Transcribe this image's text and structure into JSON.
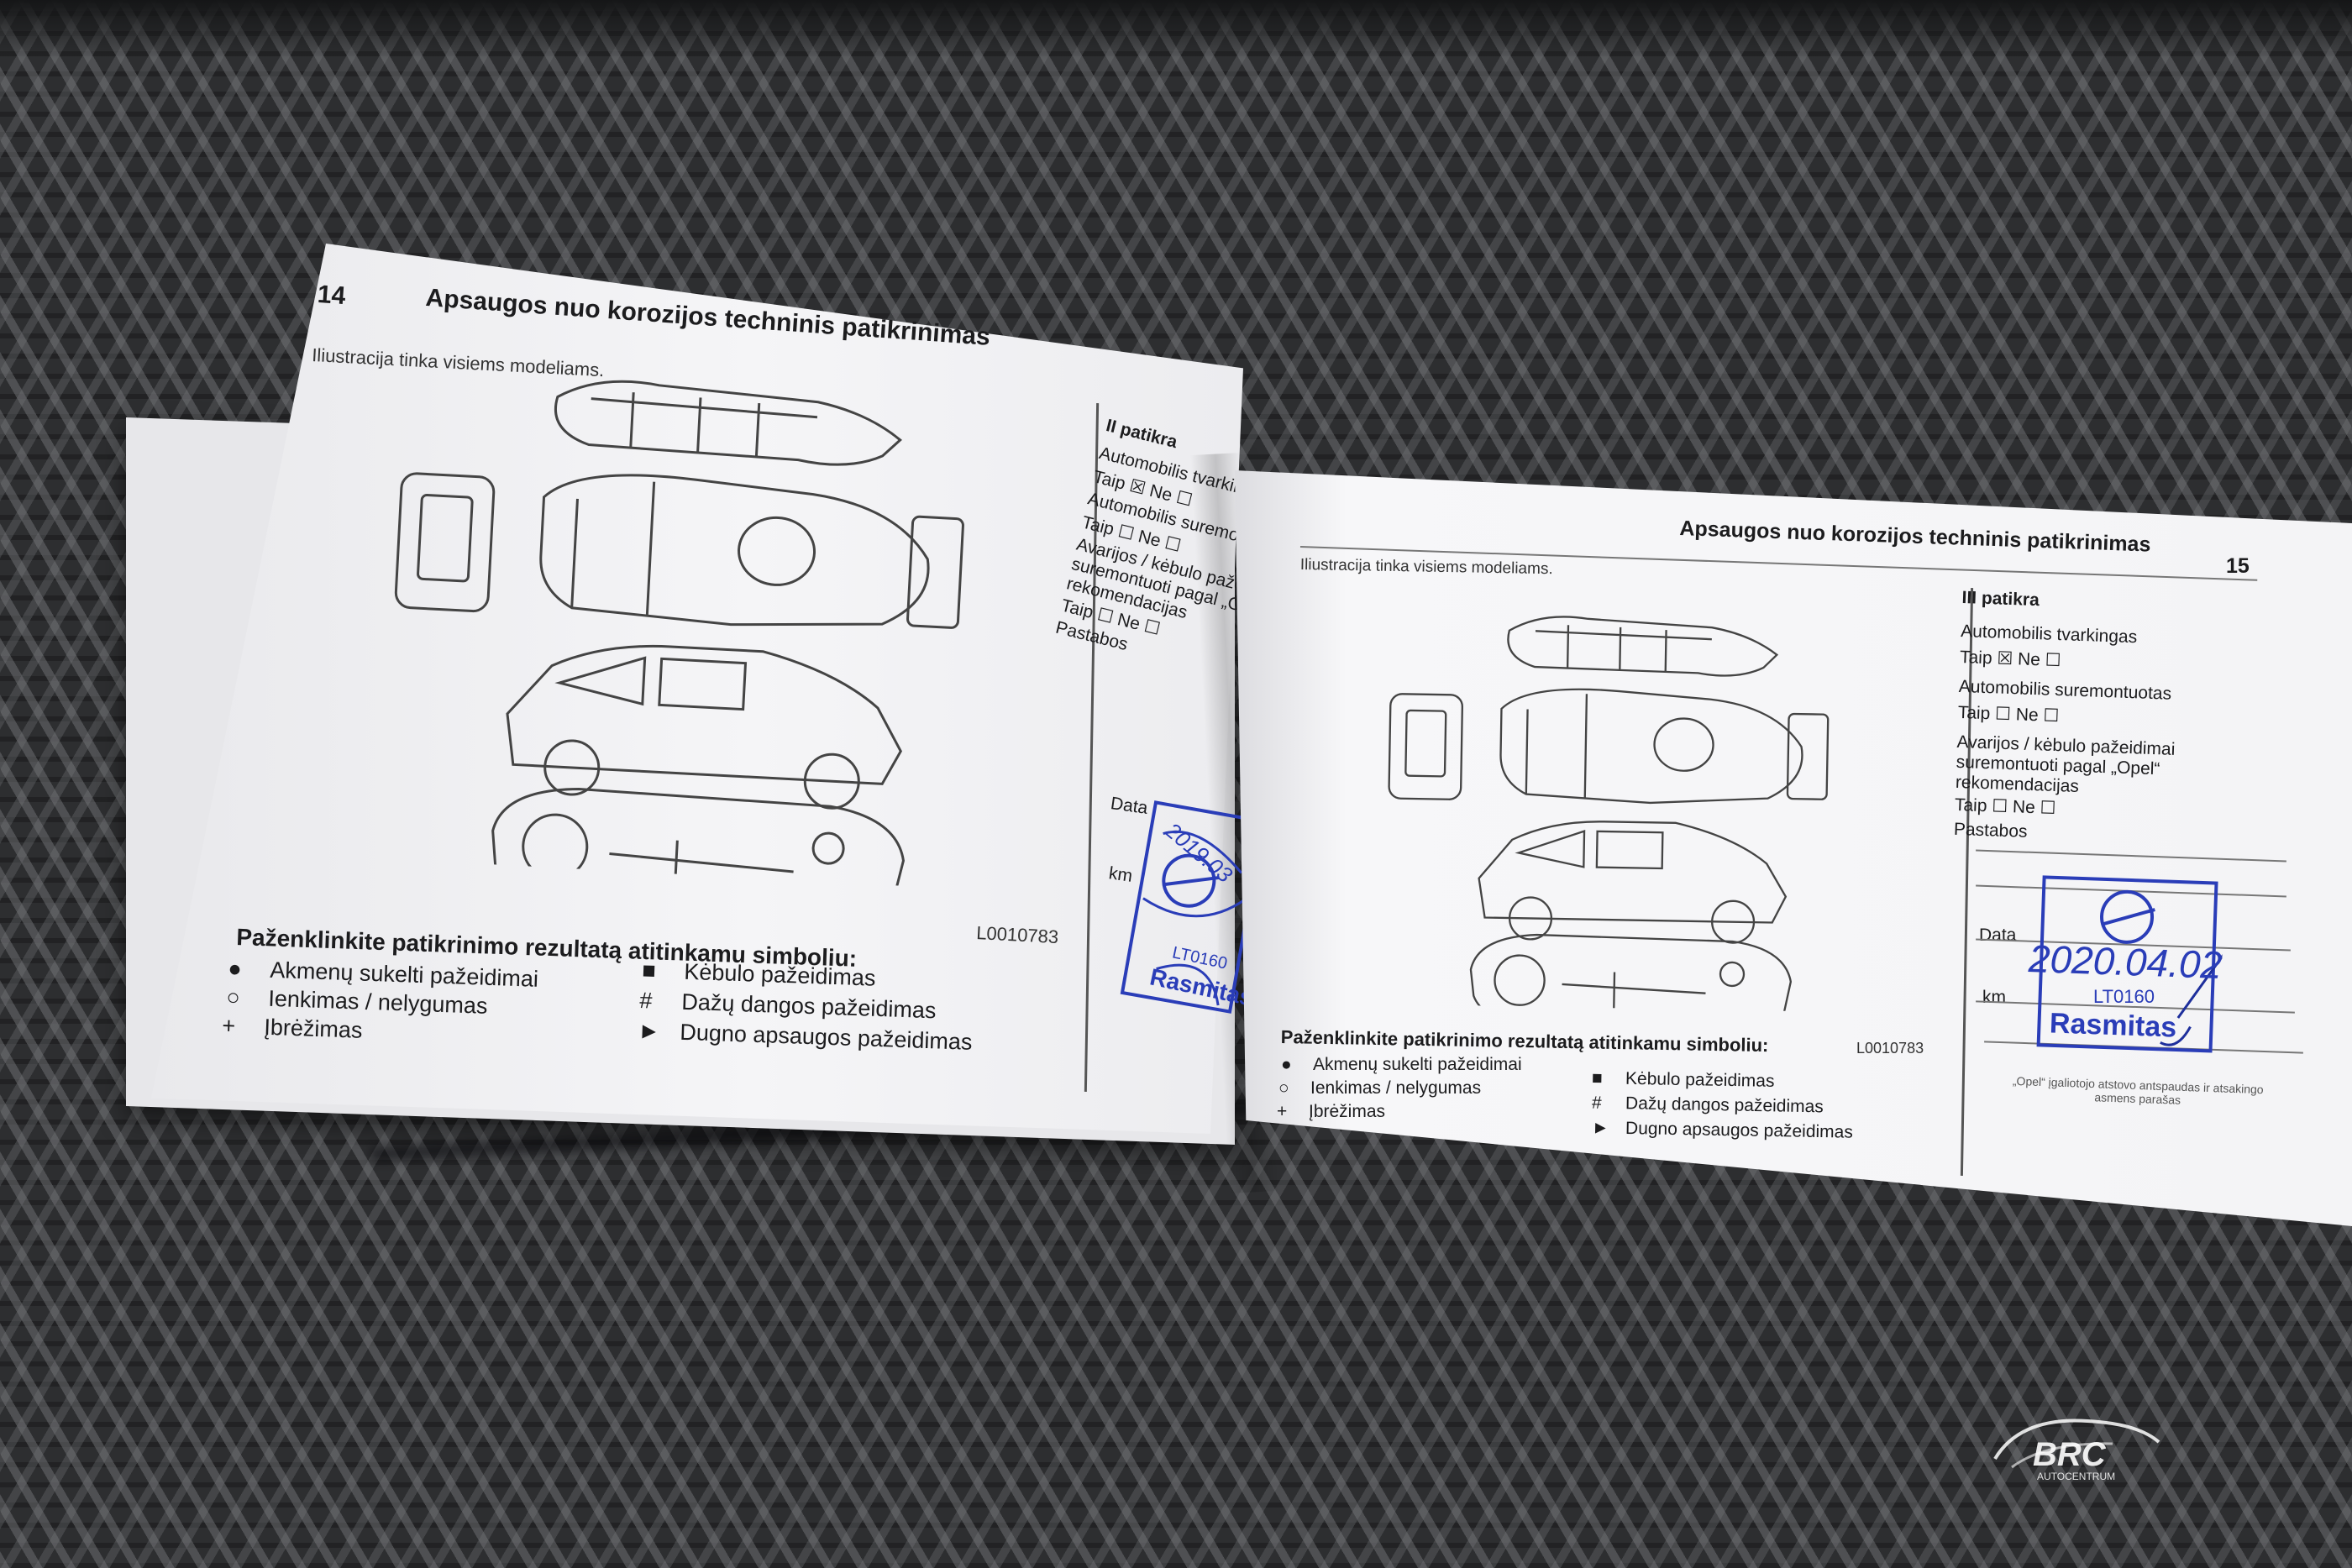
{
  "left_page": {
    "page_number": "14",
    "title": "Apsaugos nuo korozijos techninis patikrinimas",
    "subtitle": "Iliustracija tinka visiems modeliams.",
    "figure_code": "L0010783",
    "legend_title": "Paženklinkite patikrinimo rezultatą atitinkamu simboliu:",
    "legend": [
      {
        "symbol": "●",
        "label": "Akmenų sukelti pažeidimai"
      },
      {
        "symbol": "○",
        "label": "Ienkimas / nelygumas"
      },
      {
        "symbol": "+",
        "label": "Įbrėžimas"
      },
      {
        "symbol": "■",
        "label": "Kėbulo pažeidimas"
      },
      {
        "symbol": "#",
        "label": "Dažų dangos pažeidimas"
      },
      {
        "symbol": "►",
        "label": "Dugno apsaugos pažeidimas"
      }
    ],
    "form": {
      "heading": "II patikra",
      "lines": [
        "Automobilis tvarkingas",
        "Taip ☒    Ne ☐",
        "Automobilis suremontuotas",
        "Taip ☐    Ne ☐",
        "Avarijos / kėbulo pažeidimai",
        "suremontuoti pagal „Opel“",
        "rekomendacijas",
        "Taip ☐    Ne ☐",
        "Pastabos"
      ],
      "data_label": "Data",
      "km_label": "km"
    },
    "stamp": {
      "code": "LT0160",
      "name": "Rasmitas",
      "date": "2019.03"
    }
  },
  "right_page": {
    "page_number": "15",
    "title": "Apsaugos nuo korozijos techninis patikrinimas",
    "subtitle": "Iliustracija tinka visiems modeliams.",
    "figure_code": "L0010783",
    "legend_title": "Paženklinkite patikrinimo rezultatą atitinkamu simboliu:",
    "legend": [
      {
        "symbol": "●",
        "label": "Akmenų sukelti pažeidimai"
      },
      {
        "symbol": "○",
        "label": "Ienkimas / nelygumas"
      },
      {
        "symbol": "+",
        "label": "Įbrėžimas"
      },
      {
        "symbol": "■",
        "label": "Kėbulo pažeidimas"
      },
      {
        "symbol": "#",
        "label": "Dažų dangos pažeidimas"
      },
      {
        "symbol": "►",
        "label": "Dugno apsaugos pažeidimas"
      }
    ],
    "form": {
      "heading": "III patikra",
      "line1": "Automobilis tvarkingas",
      "line2": "Taip ☒          Ne ☐",
      "line3": "Automobilis suremontuotas",
      "line4": "Taip ☐          Ne ☐",
      "line5": "Avarijos / kėbulo pažeidimai",
      "line6": "suremontuoti pagal „Opel“",
      "line7": "rekomendacijas",
      "line8": "Taip ☐          Ne ☐",
      "line9": "Pastabos",
      "data_label": "Data",
      "km_label": "km",
      "footer": "„Opel“ įgaliotojo atstovo antspaudas ir atsakingo asmens parašas"
    },
    "stamp": {
      "code": "LT0160",
      "name": "Rasmitas",
      "date": "2020.04.02"
    }
  },
  "watermark": {
    "brand": "BRC",
    "sub": "AUTOCENTRUM"
  }
}
